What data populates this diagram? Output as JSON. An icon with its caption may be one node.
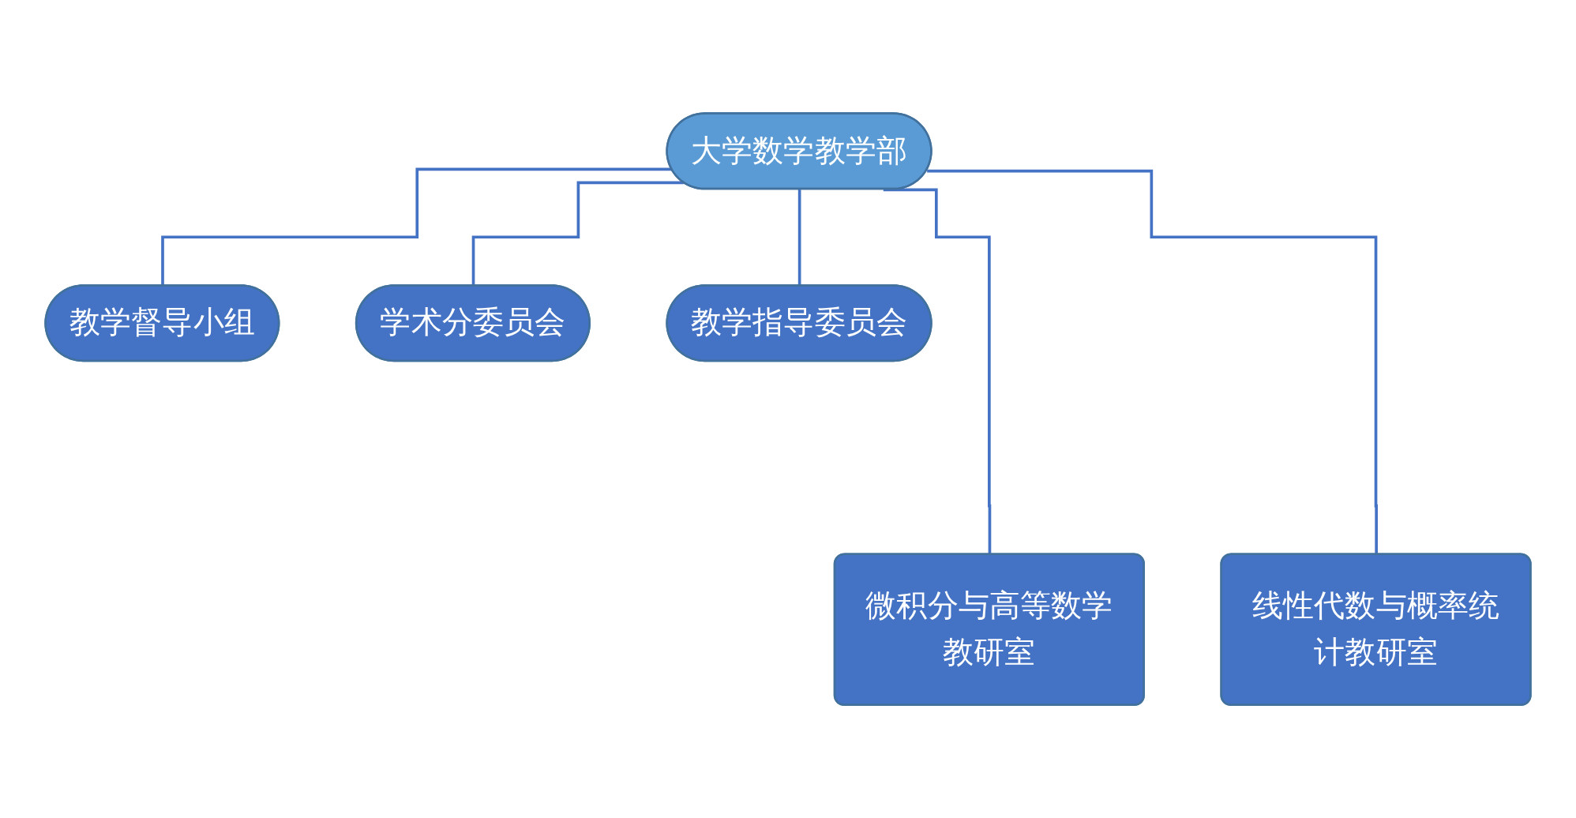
{
  "diagram": {
    "nodes": [
      {
        "text": [
          "大学数学教学部"
        ]
      },
      {
        "text": [
          "教学督导小组"
        ]
      },
      {
        "text": [
          "学术分委员会"
        ]
      },
      {
        "text": [
          "教学指导委员会"
        ]
      },
      {
        "text": [
          "微积分与高等数学教研室"
        ]
      },
      {
        "text": [
          "线性代数与概率统计教研室"
        ]
      }
    ],
    "edges": [
      {
        "from": 0,
        "to": 1,
        "arrow": "none"
      },
      {
        "from": 0,
        "to": 4,
        "arrow": "none"
      },
      {
        "from": 0,
        "to": 5,
        "arrow": "none"
      },
      {
        "from": 0,
        "to": 2,
        "arrow": "none"
      },
      {
        "from": 0,
        "to": 3,
        "arrow": "none"
      }
    ]
  }
}
